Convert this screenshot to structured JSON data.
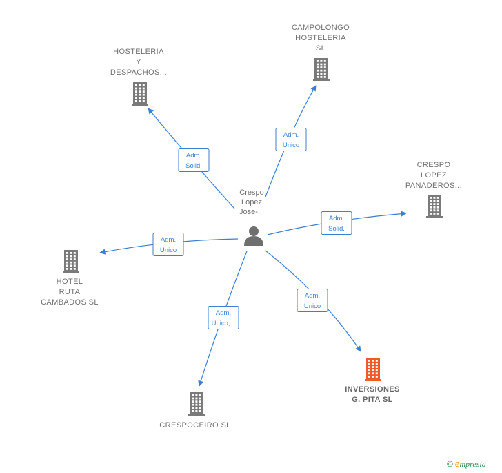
{
  "colors": {
    "edge": "#3a7fd5",
    "building": "#7a7a7a",
    "building_highlight": "#f05a28",
    "person": "#6f6f6f"
  },
  "center": {
    "name_lines": [
      "Crespo",
      "Lopez",
      "Jose-..."
    ],
    "icon": "person-icon"
  },
  "companies": [
    {
      "id": "hosteleria-despachos",
      "name_lines": [
        "HOSTELERIA",
        "Y",
        "DESPACHOS..."
      ],
      "icon": "building-icon",
      "highlight": false
    },
    {
      "id": "campolongo-hosteleria",
      "name_lines": [
        "CAMPOLONGO",
        "HOSTELERIA",
        "SL"
      ],
      "icon": "building-icon",
      "highlight": false
    },
    {
      "id": "crespo-lopez-panaderos",
      "name_lines": [
        "CRESPO",
        "LOPEZ",
        "PANADEROS..."
      ],
      "icon": "building-icon",
      "highlight": false
    },
    {
      "id": "hotel-ruta-cambados",
      "name_lines": [
        "HOTEL",
        "RUTA",
        "CAMBADOS  SL"
      ],
      "icon": "building-icon",
      "highlight": false
    },
    {
      "id": "crespoceiro",
      "name_lines": [
        "CRESPOCEIRO SL"
      ],
      "icon": "building-icon",
      "highlight": false
    },
    {
      "id": "inversiones-g-pita",
      "name_lines": [
        "INVERSIONES",
        "G.  PITA  SL"
      ],
      "icon": "building-icon",
      "highlight": true
    }
  ],
  "relations": [
    {
      "to": "hosteleria-despachos",
      "label_lines": [
        "Adm.",
        "Solid."
      ]
    },
    {
      "to": "campolongo-hosteleria",
      "label_lines": [
        "Adm.",
        "Unico"
      ]
    },
    {
      "to": "crespo-lopez-panaderos",
      "label_lines": [
        "Adm.",
        "Solid."
      ]
    },
    {
      "to": "hotel-ruta-cambados",
      "label_lines": [
        "Adm.",
        "Unico"
      ]
    },
    {
      "to": "crespoceiro",
      "label_lines": [
        "Adm.",
        "Unico,..."
      ]
    },
    {
      "to": "inversiones-g-pita",
      "label_lines": [
        "Adm.",
        "Unico"
      ]
    }
  ],
  "watermark": {
    "symbol": "©",
    "initial": "e",
    "rest": "mpresia"
  }
}
